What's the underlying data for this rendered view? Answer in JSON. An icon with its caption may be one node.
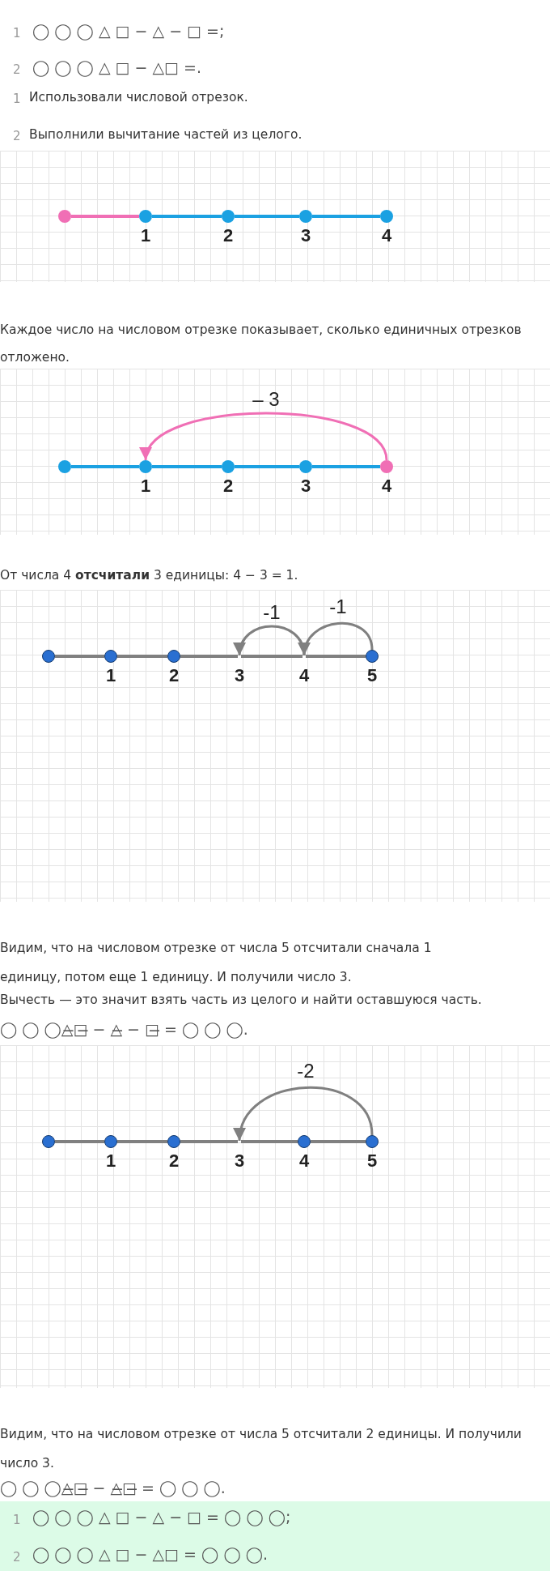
{
  "diagram": {
    "nodes": [
      {
        "text": [],
        "shape": "circle"
      },
      {
        "text": [
          "1"
        ]
      },
      {
        "text": [
          "2"
        ]
      },
      {
        "text": [
          "3"
        ]
      },
      {
        "text": [
          "4"
        ]
      },
      {
        "text": [],
        "shape": "circle"
      },
      {
        "text": [
          "1"
        ]
      },
      {
        "text": [
          "2"
        ]
      },
      {
        "text": [
          "3"
        ]
      },
      {
        "text": [
          "4"
        ]
      },
      {
        "text": [],
        "shape": "circle"
      },
      {
        "text": [
          "1"
        ]
      },
      {
        "text": [
          "2"
        ]
      },
      {
        "text": [
          "3"
        ]
      },
      {
        "text": [
          "4"
        ]
      },
      {
        "text": [
          "5"
        ]
      },
      {
        "text": [],
        "shape": "circle"
      },
      {
        "text": [
          "1"
        ]
      },
      {
        "text": [
          "2"
        ]
      },
      {
        "text": [
          "3"
        ]
      },
      {
        "text": [
          "4"
        ]
      },
      {
        "text": [
          "5"
        ]
      },
      {
        "text": [
          "1",
          "◯ ◯ ◯ △ □ − △ − □ = ◯ ◯ ◯;",
          "2",
          "◯ ◯ ◯ △ □ − △□ = ◯ ◯ ◯."
        ]
      }
    ],
    "edges": [
      {
        "from": 0,
        "to": 1,
        "arrow": "none",
        "color": "#f06fb5"
      },
      {
        "from": 1,
        "to": 2,
        "arrow": "none",
        "color": "#1ba1e2"
      },
      {
        "from": 2,
        "to": 3,
        "arrow": "none",
        "color": "#1ba1e2"
      },
      {
        "from": 3,
        "to": 4,
        "arrow": "none",
        "color": "#1ba1e2"
      },
      {
        "from": 5,
        "to": 6,
        "arrow": "none",
        "color": "#1ba1e2"
      },
      {
        "from": 6,
        "to": 7,
        "arrow": "none",
        "color": "#1ba1e2"
      },
      {
        "from": 7,
        "to": 8,
        "arrow": "none",
        "color": "#1ba1e2"
      },
      {
        "from": 8,
        "to": 9,
        "arrow": "none",
        "color": "#1ba1e2"
      },
      {
        "from": 9,
        "to": 6,
        "arrow": "to",
        "label": "– 3",
        "color": "#f06fb5"
      },
      {
        "from": 10,
        "to": 11,
        "arrow": "none"
      },
      {
        "from": 11,
        "to": 12,
        "arrow": "none"
      },
      {
        "from": 12,
        "to": 13,
        "arrow": "none"
      },
      {
        "from": 13,
        "to": 14,
        "arrow": "none"
      },
      {
        "from": 14,
        "to": 15,
        "arrow": "none"
      },
      {
        "from": 15,
        "to": 14,
        "arrow": "to",
        "label": "-1"
      },
      {
        "from": 14,
        "to": 13,
        "arrow": "to",
        "label": "-1"
      },
      {
        "from": 16,
        "to": 17,
        "arrow": "none"
      },
      {
        "from": 17,
        "to": 18,
        "arrow": "none"
      },
      {
        "from": 18,
        "to": 19,
        "arrow": "none"
      },
      {
        "from": 19,
        "to": 20,
        "arrow": "none"
      },
      {
        "from": 20,
        "to": 21,
        "arrow": "none"
      },
      {
        "from": 21,
        "to": 19,
        "arrow": "to",
        "label": "-2"
      }
    ],
    "labels": [
      "1",
      "◯ ◯ ◯ △ □ − △ − □ =;",
      "2",
      "◯ ◯ ◯ △ □ − △□ =.",
      "1",
      "Использовали числовой отрезок.",
      "2",
      "Выполнили вычитание частей из целого.",
      "Каждое число на числовом отрезке показывает, сколько единичных отрезков отложено.",
      "От числа 4 **отсчитали** 3 единицы: 4 − 3 = 1.",
      "Видим, что на числовом отрезке от числа 5 отсчитали сначала 1 единицу, потом еще 1 единицу. И получили число 3.",
      "Вычесть — это значит взять часть из целого и найти оставшуюся часть.",
      "◯ ◯ ◯△̶□̶ − △̶ − □̶ = ◯ ◯ ◯.",
      "Видим, что на числовом отрезке от числа 5 отсчитали 2 единицы. И получили число 3.",
      "◯ ◯ ◯△̶□̶ − △̶□̶ = ◯ ◯ ◯."
    ]
  }
}
